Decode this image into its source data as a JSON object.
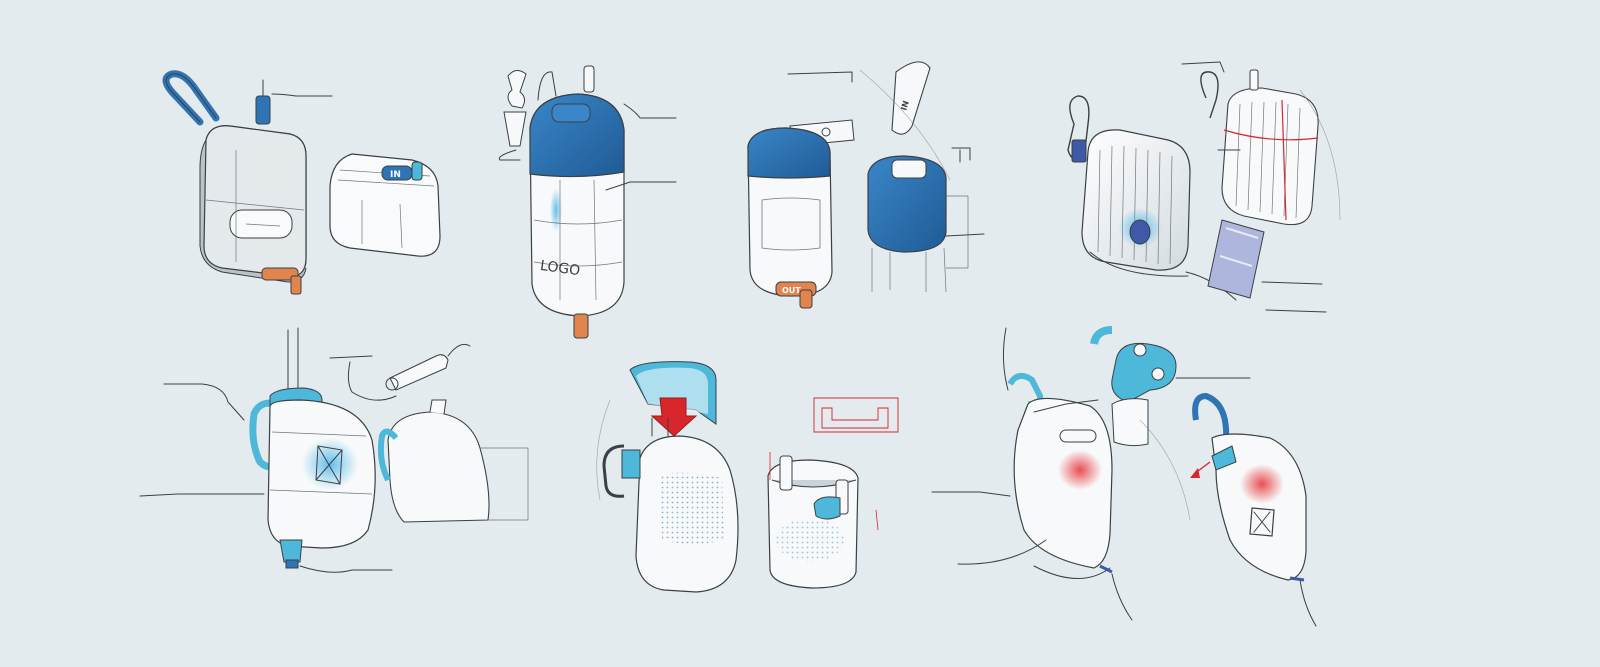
{
  "sheet": {
    "background": "#e3ebee",
    "colors": {
      "blue": "#2f74b5",
      "light_blue": "#4db8d9",
      "orange": "#e2844d",
      "red": "#d8262c",
      "body": "#f6f8f9",
      "line": "#3b4045"
    }
  },
  "markings": {
    "in": "IN",
    "out": "OUT",
    "logo": "LOGO"
  },
  "annotations": {}
}
